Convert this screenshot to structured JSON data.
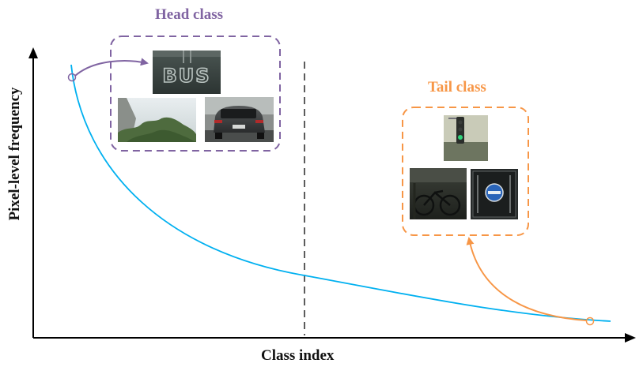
{
  "labels": {
    "head_class": "Head class",
    "tail_class": "Tail class",
    "x_axis": "Class index",
    "y_axis": "Pixel-level frequency"
  },
  "colors": {
    "head": "#8064a2",
    "tail": "#f79646",
    "curve": "#00b0f0",
    "axis": "#000000",
    "divider": "#333333"
  },
  "head_images": [
    "bus-lane-road-marking",
    "tree-vegetation",
    "car-rear-view"
  ],
  "tail_images": [
    "traffic-light",
    "bicycle",
    "traffic-sign"
  ]
}
